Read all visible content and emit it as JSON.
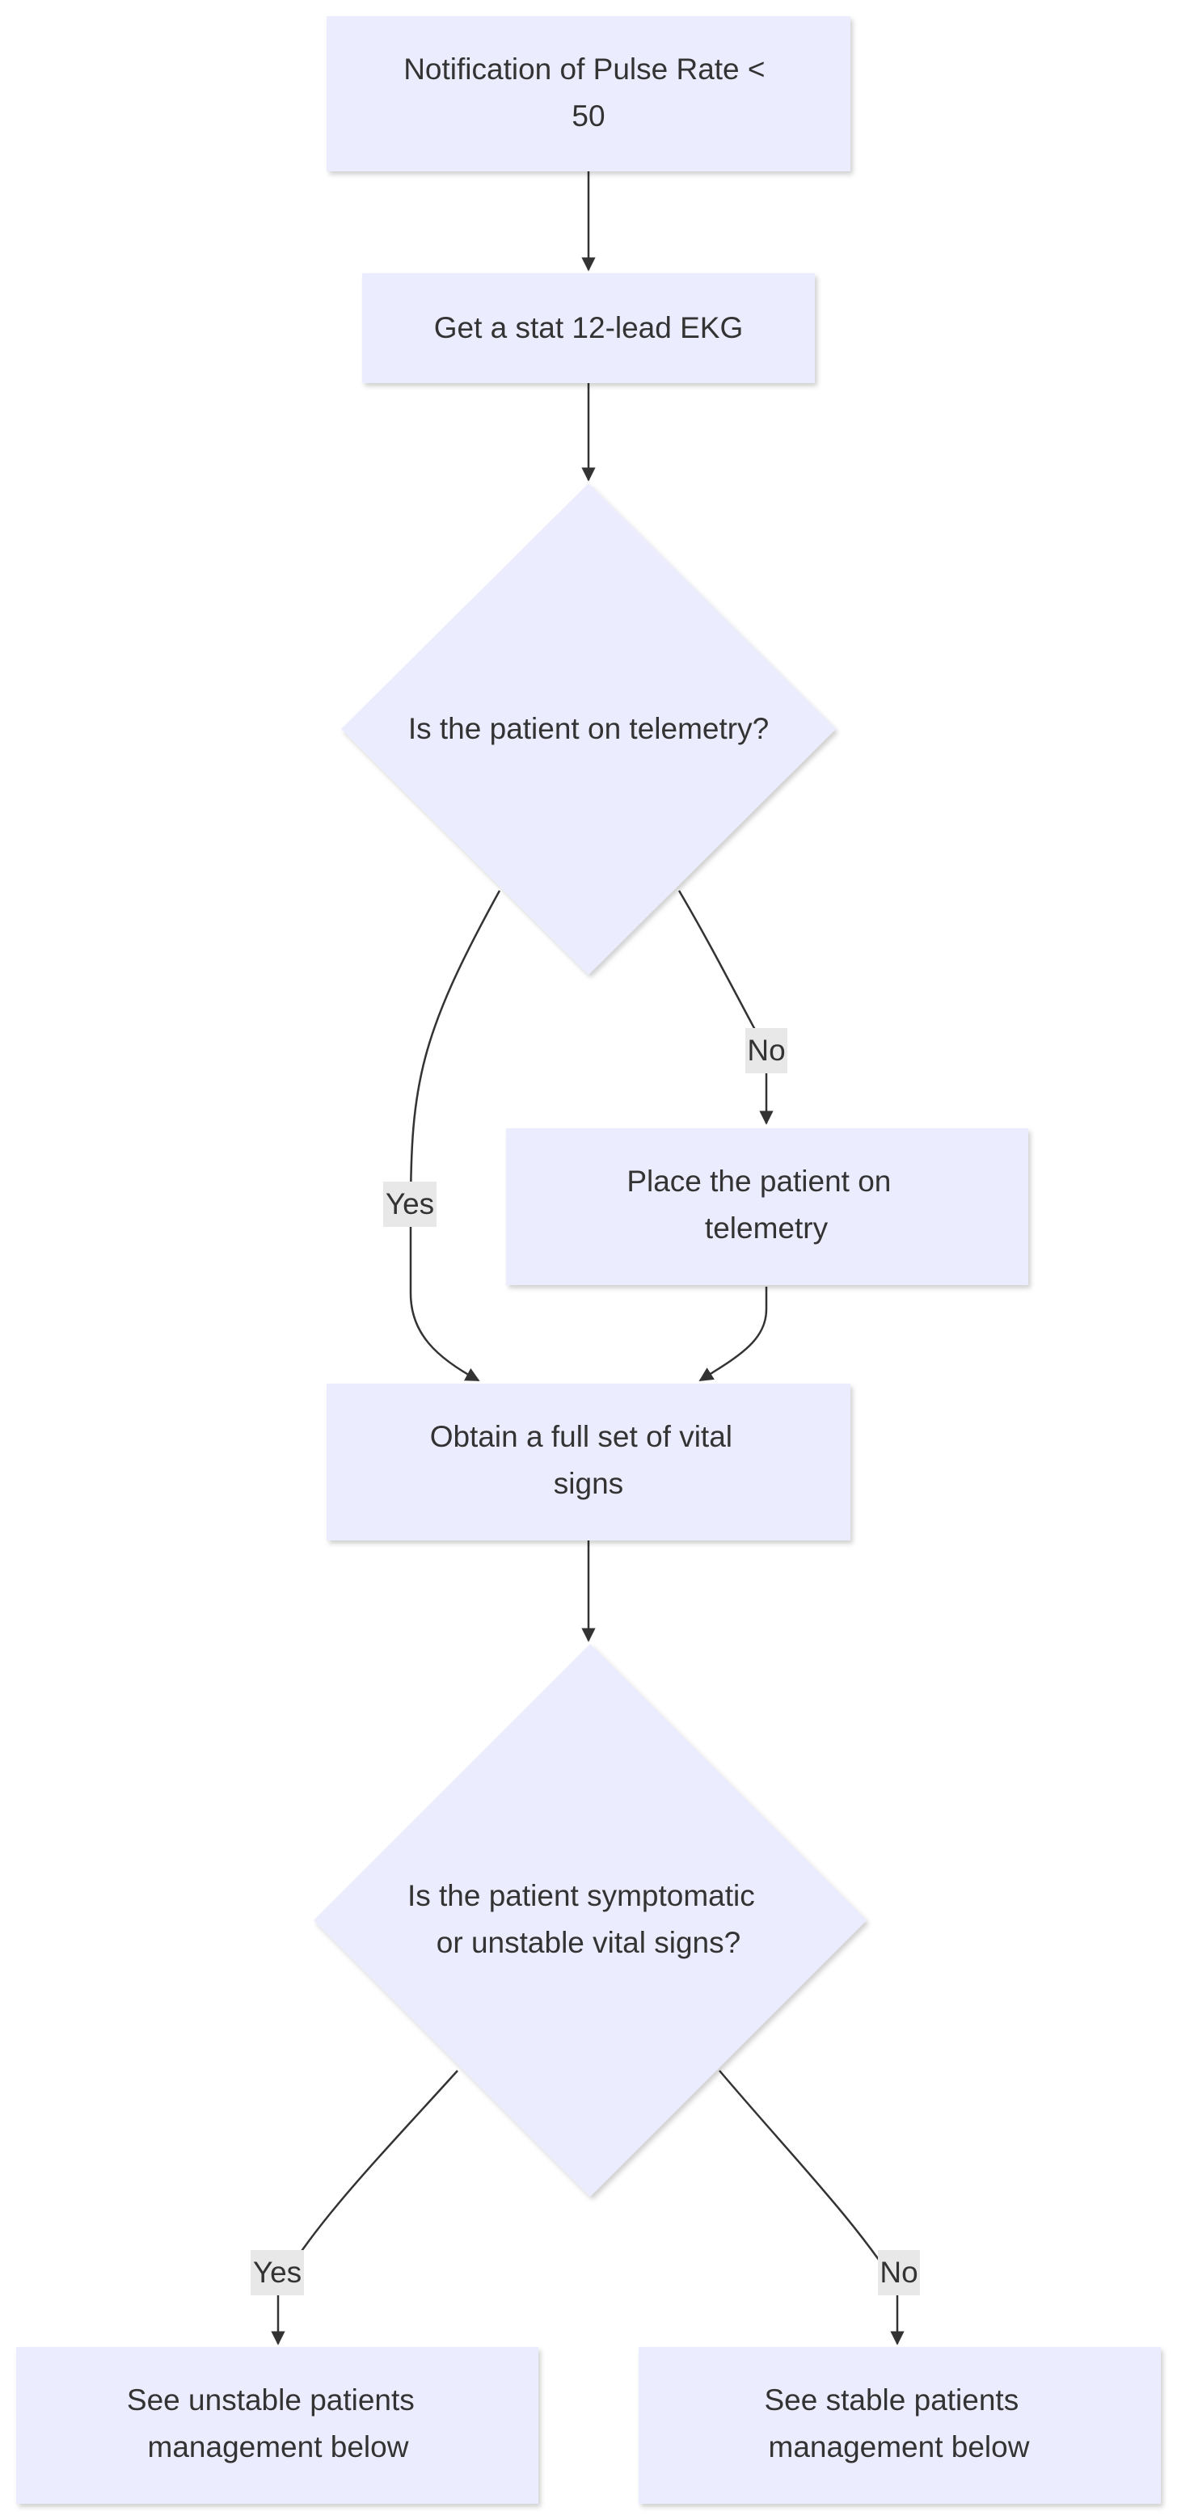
{
  "flowchart": {
    "nodes": {
      "start": {
        "lines": [
          "Notification of Pulse Rate <",
          "50"
        ]
      },
      "ekg": {
        "lines": [
          "Get a stat 12-lead EKG"
        ]
      },
      "telemetry_question": {
        "lines": [
          "Is the patient on telemetry?"
        ]
      },
      "place_telemetry": {
        "lines": [
          "Place the patient on",
          "telemetry"
        ]
      },
      "vitals": {
        "lines": [
          "Obtain a full set of vital",
          "signs"
        ]
      },
      "symptomatic_question": {
        "lines": [
          "Is the patient symptomatic",
          "or unstable vital signs?"
        ]
      },
      "unstable": {
        "lines": [
          "See unstable patients",
          "management below"
        ]
      },
      "stable": {
        "lines": [
          "See stable patients",
          "management below"
        ]
      }
    },
    "edge_labels": {
      "telemetry_yes": "Yes",
      "telemetry_no": "No",
      "symptomatic_yes": "Yes",
      "symptomatic_no": "No"
    },
    "colors": {
      "node_fill": "#ECECFF",
      "edge_stroke": "#333333",
      "label_background": "#e8e8e8",
      "text": "#333333"
    }
  }
}
